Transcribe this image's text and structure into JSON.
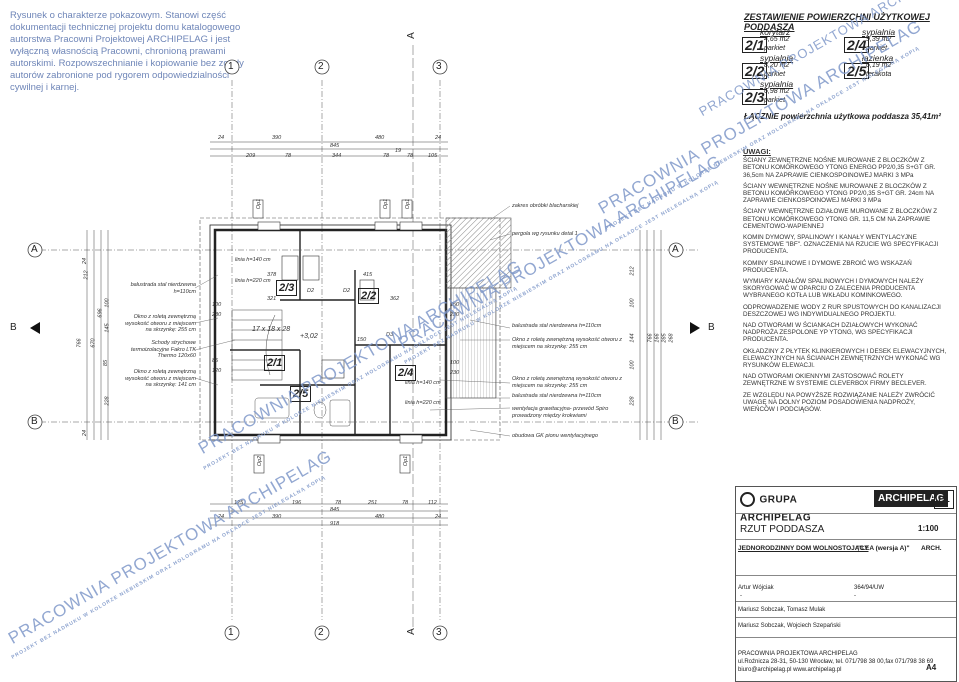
{
  "disclaimer": "Rysunek o charakterze pokazowym. Stanowi część dokumentacji technicznej projektu domu katalogowego autorstwa Pracowni Projektowej ARCHIPELAG i jest wyłączną własnością Pracowni, chronioną prawami autorskimi. Rozpowszechnianie i kopiowanie bez zgody autorów zabronione pod rygorem odpowiedzialności cywilnej i karnej.",
  "area_table": {
    "title": "ZESTAWIENIE POWIERZCHNI UŻYTKOWEJ PODDASZA",
    "rooms": [
      {
        "name": "korytarz",
        "num": "2/1",
        "area": "4,65 m2",
        "floor": "parkiet"
      },
      {
        "name": "sypialnia",
        "num": "2/2",
        "area": "8,20 m2",
        "floor": "parkiet"
      },
      {
        "name": "sypialnia",
        "num": "2/3",
        "area": "6,98 m2",
        "floor": "parkiet"
      },
      {
        "name": "sypialnia",
        "num": "2/4",
        "area": "9,39 m2",
        "floor": "parkiet"
      },
      {
        "name": "łazienka",
        "num": "2/5",
        "area": "6,19 m2",
        "floor": "terakota"
      }
    ],
    "total": "ŁĄCZNIE powierzchnia użytkowa poddasza 35,41m²"
  },
  "notes": {
    "header": "UWAGI:",
    "items": [
      "ŚCIANY ZEWNĘTRZNE NOŚNE MUROWANE Z BLOCZKÓW Z BETONU KOMÓRKOWEGO YTONG ENERGO PP2/0,35 S+GT GR. 36,5cm NA ZAPRAWIE CIENKOSPOINOWEJ MARKI 3 MPa",
      "ŚCIANY WEWNĘTRZNE NOŚNE MUROWANE Z BLOCZKÓW Z BETONU KOMÓRKOWEGO YTONG PP2/0,35 S+GT GR. 24cm NA ZAPRAWIE CIENKOSPOINOWEJ MARKI 3 MPa",
      "ŚCIANY WEWNĘTRZNE DZIAŁOWE MUROWANE Z BLOCZKÓW Z BETONU KOMÓRKOWEGO YTONG GR. 11,5 CM NA ZAPRAWIE CEMENTOWO-WAPIENNEJ",
      "KOMIN DYMOWY, SPALINOWY I KANAŁY WENTYLACYJNE SYSTEMOWE \"IBF\". OZNACZENIA NA RZUCIE WG SPECYFIKACJI PRODUCENTA.",
      "KOMINY SPALINOWE I DYMOWE ZBROIĆ WG WSKAZAŃ PRODUCENTA.",
      "WYMIARY KANAŁÓW SPALINOWYCH I DYMOWYCH NALEŻY SKORYGOWAĆ W OPARCIU O ZALECENIA PRODUCENTA WYBRANEGO KOTŁA LUB WKŁADU KOMINKOWEGO.",
      "ODPROWADZENIE WODY Z RUR SPUSTOWYCH DO KANALIZACJI DESZCZOWEJ WG INDYWIDUALNEGO PROJEKTU.",
      "NAD OTWORAMI W ŚCIANKACH DZIAŁOWYCH WYKONAĆ NADPROŻA ZESPOLONE YP YTONG, WG SPECYFIKACJI PRODUCENTA.",
      "OKŁADZINY Z PŁYTEK KLINKIEROWYCH I DESEK ELEWACYJNYCH, ELEWACYJNYCH NA ŚCIANACH ZEWNĘTRZNYCH WYKONAĆ WG RYSUNKÓW ELEWACJI.",
      "NAD OTWORAMI OKIENNYMI ZASTOSOWAĆ ROLETY ZEWNĘTRZNE W SYSTEMIE CLEVERBOX FIRMY BECLEVER.",
      "ZE WZGLĘDU NA POWYŻSZE ROZWIĄZANIE NALEŻY ZWRÓCIĆ UWAGĘ NA DOLNY POZIOM POSADOWIENIA NADPROŻY, WIEŃCÓW I PODCIĄGÓW."
    ]
  },
  "plan": {
    "axes_top": [
      "1",
      "2",
      "3"
    ],
    "axis_a": "A",
    "rows": [
      "A",
      "B"
    ],
    "top_dims_1": [
      "24",
      "390",
      "480",
      "24"
    ],
    "top_dims_2": "845",
    "top_dims_3": [
      "209",
      "78",
      "344",
      "78",
      "78",
      "105"
    ],
    "top_dims_4": "19",
    "bottom_dims_1": [
      "125",
      "196",
      "78",
      "251",
      "78",
      "112"
    ],
    "bottom_dims_2": "845",
    "bottom_dims_3": [
      "24",
      "390",
      "480",
      "24"
    ],
    "bottom_dims_4": "918",
    "left_dims": [
      "24",
      "212",
      "100",
      "145",
      "85",
      "228",
      "24"
    ],
    "left_total": [
      "766",
      "670",
      "696"
    ],
    "right_dims": [
      "212",
      "100",
      "144",
      "100",
      "228"
    ],
    "right_total": [
      "766",
      "166",
      "285",
      "268"
    ],
    "room_labels": [
      "2/1",
      "2/2",
      "2/3",
      "2/4",
      "2/5"
    ],
    "dims_inside": [
      "378",
      "321",
      "415",
      "362",
      "115",
      "50",
      "150",
      "205",
      "120",
      "85",
      "100",
      "230",
      "230",
      "100",
      "150"
    ],
    "stair_label": "17 x 18 x 28",
    "level_label": "+3,02",
    "windows": [
      "Op1",
      "Op1",
      "Op1",
      "Op2",
      "Op1"
    ],
    "vents": [
      "D2",
      "D2",
      "D3"
    ],
    "callouts_left": [
      "balustrada stal nierdzewna h=110cm",
      "Okno z roletą zewnętrzną wysokość otworu z miejscem na skrzynkę: 255 cm",
      "Schody strychowe termoizolacyjne Fakro LTK Thermo 120x60",
      "Okno z roletą zewnętrzną wysokość otworu z miejscem na skrzynkę: 141 cm"
    ],
    "callouts_right": [
      "zakres obróbki blacharskiej",
      "pergola wg rysunku detal 1",
      "balustrada stal nierdzewna h=110cm",
      "Okno z roletą zewnętrzną wysokość otworu z miejscem na skrzynkę: 255 cm",
      "Okno z roletą zewnętrzną wysokość otworu z miejscem na skrzynkę: 255 cm",
      "balustrada stal nierdzewna h=110cm",
      "wentylacja grawitacyjna- przewód Spiro prowadzony między krokwiami",
      "obudowa GK pionu wentylacyjnego"
    ],
    "height_labels": [
      "linia h=140 cm",
      "linia h=220 cm",
      "linia h=140 cm",
      "linia h=220 cm"
    ]
  },
  "title_block": {
    "logo_left": "GRUPA ARCHIPELAG",
    "logo_right": "ARCHIPELAG",
    "logo_pl": "PL",
    "drawing": "RZUT PODDASZA",
    "scale": "1:100",
    "building": "JEDNORODZINNY DOM WOLNOSTOJĄCY",
    "project": "\"LEA (wersja A)\"",
    "branch": "ARCH.",
    "person1": "Artur Wójciak",
    "license1": "364/94/UW",
    "person2": "Mariusz Sobczak, Tomasz Mulak",
    "person3": "Mariusz Sobczak, Wojciech Szepański",
    "company": "PRACOWNIA PROJEKTOWA ARCHIPELAG",
    "address": "ul.Roźnicza 28-31, 50-130 Wrocław, tel. 071/798 38 00,fax 071/798 38 69",
    "email": "biuro@archipelag.pl    www.archipelag.pl",
    "format": "A4",
    "dash": "-"
  },
  "watermark": {
    "main": "PRACOWNIA PROJEKTOWA ARCHIPELAG",
    "sub": "PROJEKT BEZ NADRUKU W KOLORZE NIEBIESKIM ORAZ HOLOGRAMU NA OKŁADCE JEST NIELEGALNĄ KOPIĄ"
  },
  "colors": {
    "watermark": "#7f98c9",
    "line": "#333333",
    "hatch": "#999999"
  }
}
